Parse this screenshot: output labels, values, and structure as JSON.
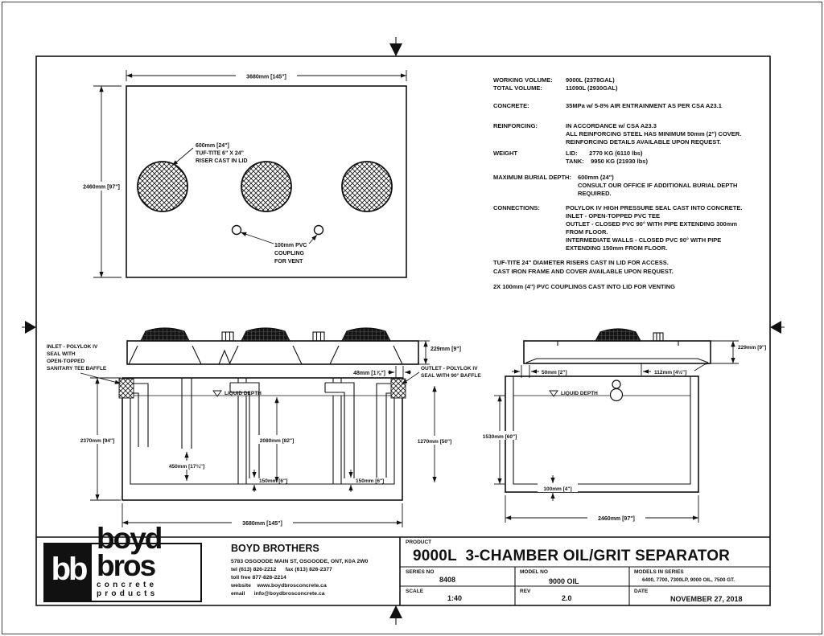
{
  "colors": {
    "ink": "#111111",
    "paper": "#ffffff"
  },
  "plan": {
    "dim_length": "3680mm [145\"]",
    "dim_width": "2460mm [97\"]",
    "riser_label": [
      "600mm [24\"]",
      "TUF-TITE 6\" X 24\"",
      "RISER CAST IN LID"
    ],
    "vent_label": [
      "100mm PVC",
      "COUPLING",
      "FOR VENT"
    ]
  },
  "specs": {
    "rows": [
      {
        "label": "WORKING VOLUME:",
        "lines": [
          "9000L (2378GAL)"
        ]
      },
      {
        "label": "TOTAL VOLUME:",
        "lines": [
          "11090L (2930GAL)"
        ]
      },
      {
        "label": "CONCRETE:",
        "lines": [
          "35MPa w/ 5-8% AIR ENTRAINMENT AS PER CSA A23.1"
        ]
      },
      {
        "label": "REINFORCING:",
        "lines": [
          "IN ACCORDANCE w/ CSA A23.3",
          "ALL REINFORCING STEEL HAS MINIMUM 50mm (2\") COVER.",
          "REINFORCING DETAILS AVAILABLE UPON REQUEST."
        ]
      },
      {
        "label": "WEIGHT",
        "lines": [
          "LID:       2770 KG (6110 lbs)",
          "TANK:    9950 KG (21930 lbs)"
        ]
      },
      {
        "label": "MAXIMUM BURIAL DEPTH:",
        "lines": [
          "600mm (24\")",
          "CONSULT OUR OFFICE IF ADDITIONAL BURIAL DEPTH",
          "REQUIRED."
        ]
      },
      {
        "label": "CONNECTIONS:",
        "lines": [
          "POLYLOK IV HIGH PRESSURE SEAL CAST INTO CONCRETE.",
          "INLET - OPEN-TOPPED PVC TEE",
          "OUTLET - CLOSED PVC 90° WITH PIPE EXTENDING 300mm",
          "FROM FLOOR.",
          "INTERMEDIATE WALLS - CLOSED PVC 90° WITH PIPE",
          "EXTENDING 150mm FROM FLOOR."
        ]
      }
    ],
    "note1": [
      "TUF-TITE 24\" DIAMETER RISERS CAST IN LID FOR ACCESS.",
      "CAST IRON FRAME AND COVER AVAILABLE UPON REQUEST."
    ],
    "note2": [
      "2X 100mm (4\") PVC COUPLINGS CAST INTO LID FOR VENTING"
    ]
  },
  "section": {
    "inlet_label": [
      "INLET - POLYLOK IV",
      "SEAL WITH",
      "OPEN-TOPPED",
      "SANITARY TEE BAFFLE"
    ],
    "outlet_label": [
      "OUTLET - POLYLOK IV",
      "SEAL WITH 90° BAFFLE"
    ],
    "liquid_label": "LIQUID DEPTH",
    "dim_lid_thickness": "229mm [9\"]",
    "dim_lid_gap": "48mm [1⅞\"]",
    "dim_height": "2370mm [94\"]",
    "dim_inlet_pipe": "450mm [17¾\"]",
    "dim_liquid": "2080mm [82\"]",
    "dim_wall_pipe_1": "150mm [6\"]",
    "dim_wall_pipe_2": "150mm [6\"]",
    "dim_outlet_side": "1270mm [50\"]",
    "dim_length": "3680mm [145\"]"
  },
  "end_view": {
    "liquid_label": "LIQUID DEPTH",
    "dim_lid_thickness": "229mm [9\"]",
    "dim_lid_edge": "112mm [4½\"]",
    "dim_wall_top": "50mm [2\"]",
    "dim_liquid_height": "1530mm [60\"]",
    "dim_floor": "100mm [4\"]",
    "dim_width": "2460mm [97\"]"
  },
  "title_block": {
    "product_label": "PRODUCT",
    "product": "9000L  3-CHAMBER OIL/GRIT SEPARATOR",
    "series_label": "SERIES NO",
    "series": "8408",
    "model_label": "MODEL NO",
    "model": "9000 OIL",
    "models_label": "MODELS IN SERIES",
    "models": "6400, 7700, 7300LP, 9000 OIL, 7500 GT.",
    "scale_label": "SCALE",
    "scale": "1:40",
    "rev_label": "REV",
    "rev": "2.0",
    "date_label": "DATE",
    "date": "NOVEMBER 27, 2018",
    "company": {
      "name": "BOYD BROTHERS",
      "lines": [
        "5783 OSGOODE MAIN ST, OSGOODE, ONT, K0A 2W0",
        "tel (613) 826-2212      fax (613) 826-2377",
        "toll free 877-826-2214",
        "website    www.boydbrosconcrete.ca",
        "email      info@boydbrosconcrete.ca"
      ]
    }
  },
  "logo": {
    "monogram": "bb",
    "name": "boyd bros",
    "tagline": "concrete products"
  }
}
